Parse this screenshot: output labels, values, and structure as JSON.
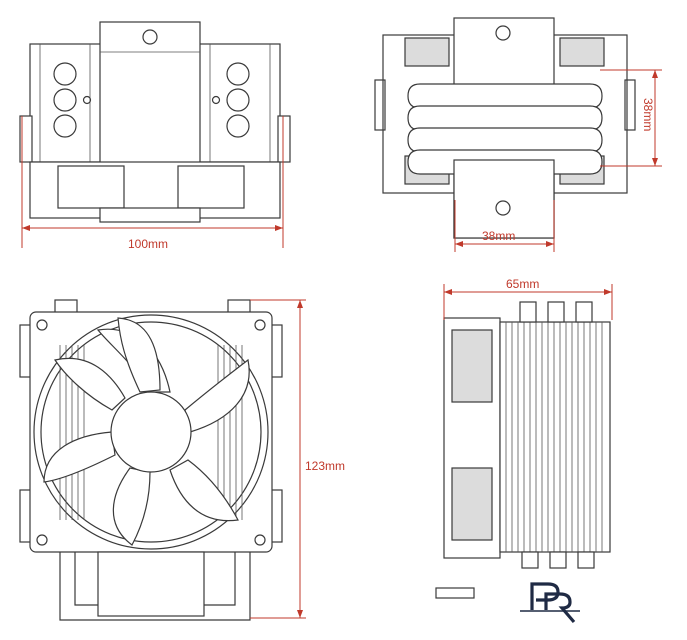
{
  "dimensions": {
    "width_label": "100mm",
    "depth_label": "38mm",
    "base_label": "38mm",
    "height_label": "123mm",
    "length_label": "65mm"
  },
  "colors": {
    "dimension_line": "#c0392b",
    "drawing_line": "#3a3a3a"
  },
  "logo": {
    "text": "PR",
    "style": "stylized monogram"
  }
}
